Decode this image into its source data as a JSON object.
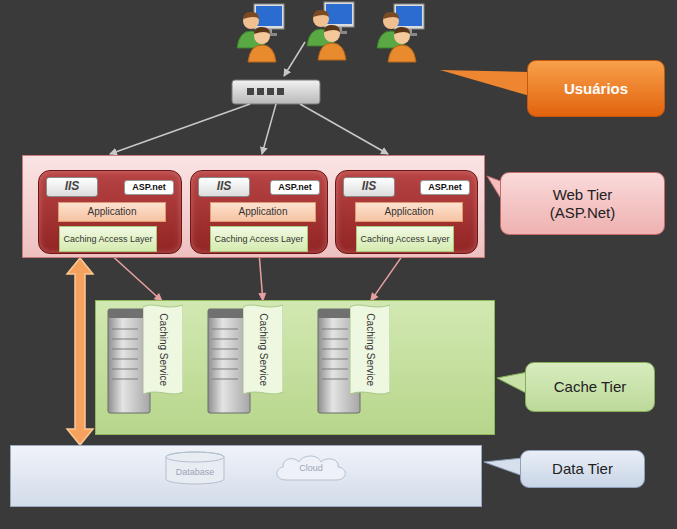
{
  "diagram": {
    "nodes": [
      {
        "text": [
          "Usuários"
        ]
      },
      {
        "text": []
      },
      {
        "text": [],
        "in": 1
      },
      {
        "text": [
          "IIS"
        ],
        "in": 2
      },
      {
        "text": [
          "ASP.net"
        ],
        "in": 2
      },
      {
        "text": [
          "Application"
        ],
        "in": 2
      },
      {
        "text": [
          "Caching Access Layer"
        ],
        "in": 2
      },
      {
        "text": [],
        "in": 1
      },
      {
        "text": [
          "IIS"
        ],
        "in": 7
      },
      {
        "text": [
          "ASP.net"
        ],
        "in": 7
      },
      {
        "text": [
          "Application"
        ],
        "in": 7
      },
      {
        "text": [
          "Caching Access Layer"
        ],
        "in": 7
      },
      {
        "text": [],
        "in": 1
      },
      {
        "text": [
          "IIS"
        ],
        "in": 12
      },
      {
        "text": [
          "ASP.net"
        ],
        "in": 12
      },
      {
        "text": [
          "Application"
        ],
        "in": 12
      },
      {
        "text": [
          "Caching Access Layer"
        ],
        "in": 12
      },
      {
        "text": [
          "Web Tier (ASP.Net)"
        ]
      },
      {
        "text": []
      },
      {
        "text": [
          "Caching Service"
        ],
        "in": 18
      },
      {
        "text": [
          "Caching Service"
        ],
        "in": 18
      },
      {
        "text": [
          "Caching Service"
        ],
        "in": 18
      },
      {
        "text": [
          "Cache Tier"
        ]
      },
      {
        "text": []
      },
      {
        "text": [
          "Database"
        ],
        "in": 23
      },
      {
        "text": [
          "Cloud"
        ],
        "in": 23
      },
      {
        "text": [
          "Data Tier"
        ]
      }
    ],
    "edges": [
      {
        "from": 6,
        "to": 19,
        "arrow": "to"
      },
      {
        "from": 11,
        "to": 20,
        "arrow": "to"
      },
      {
        "from": 16,
        "to": 21,
        "arrow": "to"
      },
      {
        "from": 1,
        "to": 23,
        "arrow": "both"
      }
    ]
  }
}
